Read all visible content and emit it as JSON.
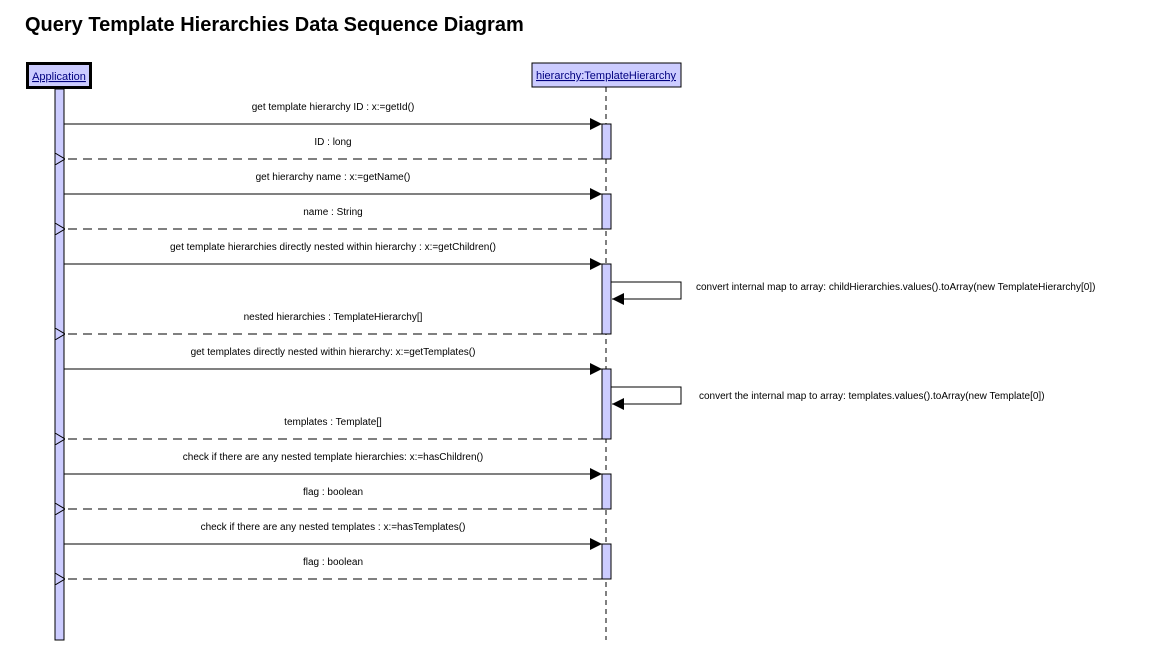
{
  "title": "Query Template Hierarchies Data Sequence Diagram",
  "participants": [
    {
      "id": "app",
      "label": "Application"
    },
    {
      "id": "th",
      "label": "hierarchy:TemplateHierarchy"
    }
  ],
  "messages": [
    {
      "type": "call",
      "label": "get template hierarchy ID : x:=getId()"
    },
    {
      "type": "return",
      "label": "ID : long"
    },
    {
      "type": "call",
      "label": "get hierarchy name : x:=getName()"
    },
    {
      "type": "return",
      "label": "name : String"
    },
    {
      "type": "call",
      "label": "get template hierarchies directly nested within hierarchy : x:=getChildren()"
    },
    {
      "type": "self",
      "label": "convert internal map to array: childHierarchies.values().toArray(new TemplateHierarchy[0])"
    },
    {
      "type": "return",
      "label": "nested hierarchies : TemplateHierarchy[]"
    },
    {
      "type": "call",
      "label": "get templates directly nested within hierarchy: x:=getTemplates()"
    },
    {
      "type": "self",
      "label": "convert the internal map to array: templates.values().toArray(new Template[0])"
    },
    {
      "type": "return",
      "label": "templates : Template[]"
    },
    {
      "type": "call",
      "label": "check if there are any nested template hierarchies: x:=hasChildren()"
    },
    {
      "type": "return",
      "label": "flag : boolean"
    },
    {
      "type": "call",
      "label": "check if there are any nested templates : x:=hasTemplates()"
    },
    {
      "type": "return",
      "label": "flag : boolean"
    }
  ],
  "colors": {
    "activation_fill": "#ccccff",
    "participant_fill": "#ccccff",
    "participant_text": "#000080",
    "line": "#000000"
  }
}
